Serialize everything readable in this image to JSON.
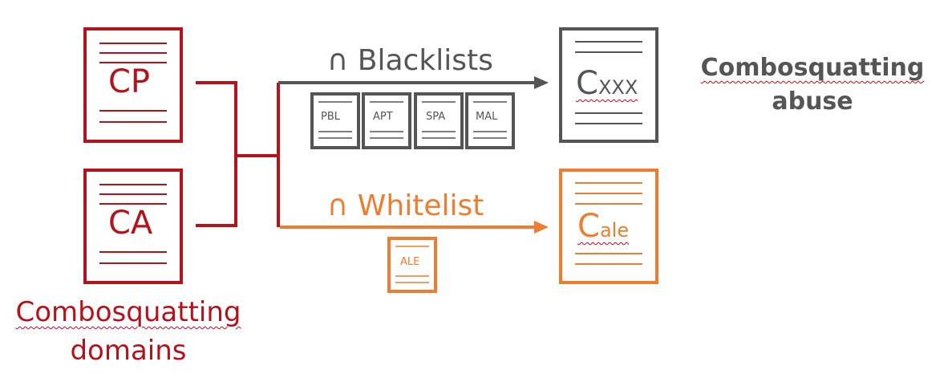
{
  "inputs": {
    "cp": "CP",
    "ca": "CA",
    "caption_line1": "Combosquatting",
    "caption_line2": "domains"
  },
  "blacklist_branch": {
    "label": "∩ Blacklists",
    "lists": [
      "PBL",
      "APT",
      "SPA",
      "MAL"
    ],
    "result_main": "C",
    "result_sub": "XXX"
  },
  "whitelist_branch": {
    "label": "∩ Whitelist",
    "lists": [
      "ALE"
    ],
    "result_main": "C",
    "result_sub": "ale"
  },
  "abuse_caption": {
    "line1": "Combosquatting",
    "line2": "abuse"
  },
  "colors": {
    "red": "#b5121b",
    "gray": "#555555",
    "orange": "#ed7d31"
  }
}
